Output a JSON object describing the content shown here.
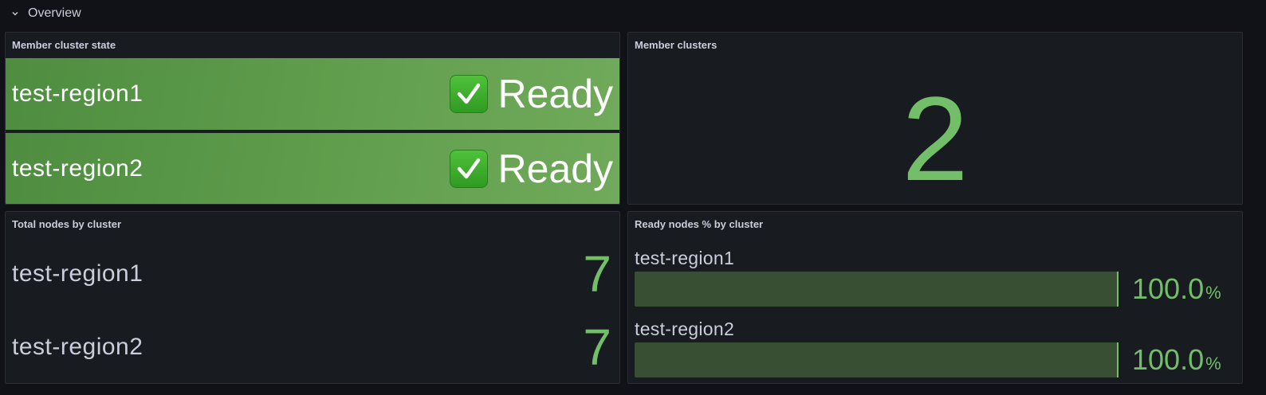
{
  "row": {
    "title": "Overview",
    "collapse_icon": "chevron-down-icon"
  },
  "panels": {
    "member_cluster_state": {
      "title": "Member cluster state",
      "items": [
        {
          "name": "test-region1",
          "status": "Ready",
          "status_icon": "check-mark-button-icon"
        },
        {
          "name": "test-region2",
          "status": "Ready",
          "status_icon": "check-mark-button-icon"
        }
      ]
    },
    "member_clusters": {
      "title": "Member clusters",
      "value": "2"
    },
    "total_nodes": {
      "title": "Total nodes by cluster",
      "items": [
        {
          "name": "test-region1",
          "value": "7"
        },
        {
          "name": "test-region2",
          "value": "7"
        }
      ]
    },
    "ready_nodes_pct": {
      "title": "Ready nodes % by cluster",
      "items": [
        {
          "name": "test-region1",
          "value": "100.0",
          "unit": "%"
        },
        {
          "name": "test-region2",
          "value": "100.0",
          "unit": "%"
        }
      ]
    }
  },
  "colors": {
    "background": "#111217",
    "panel": "#181b1f",
    "ok_green": "#73bf69",
    "state_green": "#5f9d4c",
    "gauge_track": "#384f34",
    "text": "#ccccdc"
  }
}
